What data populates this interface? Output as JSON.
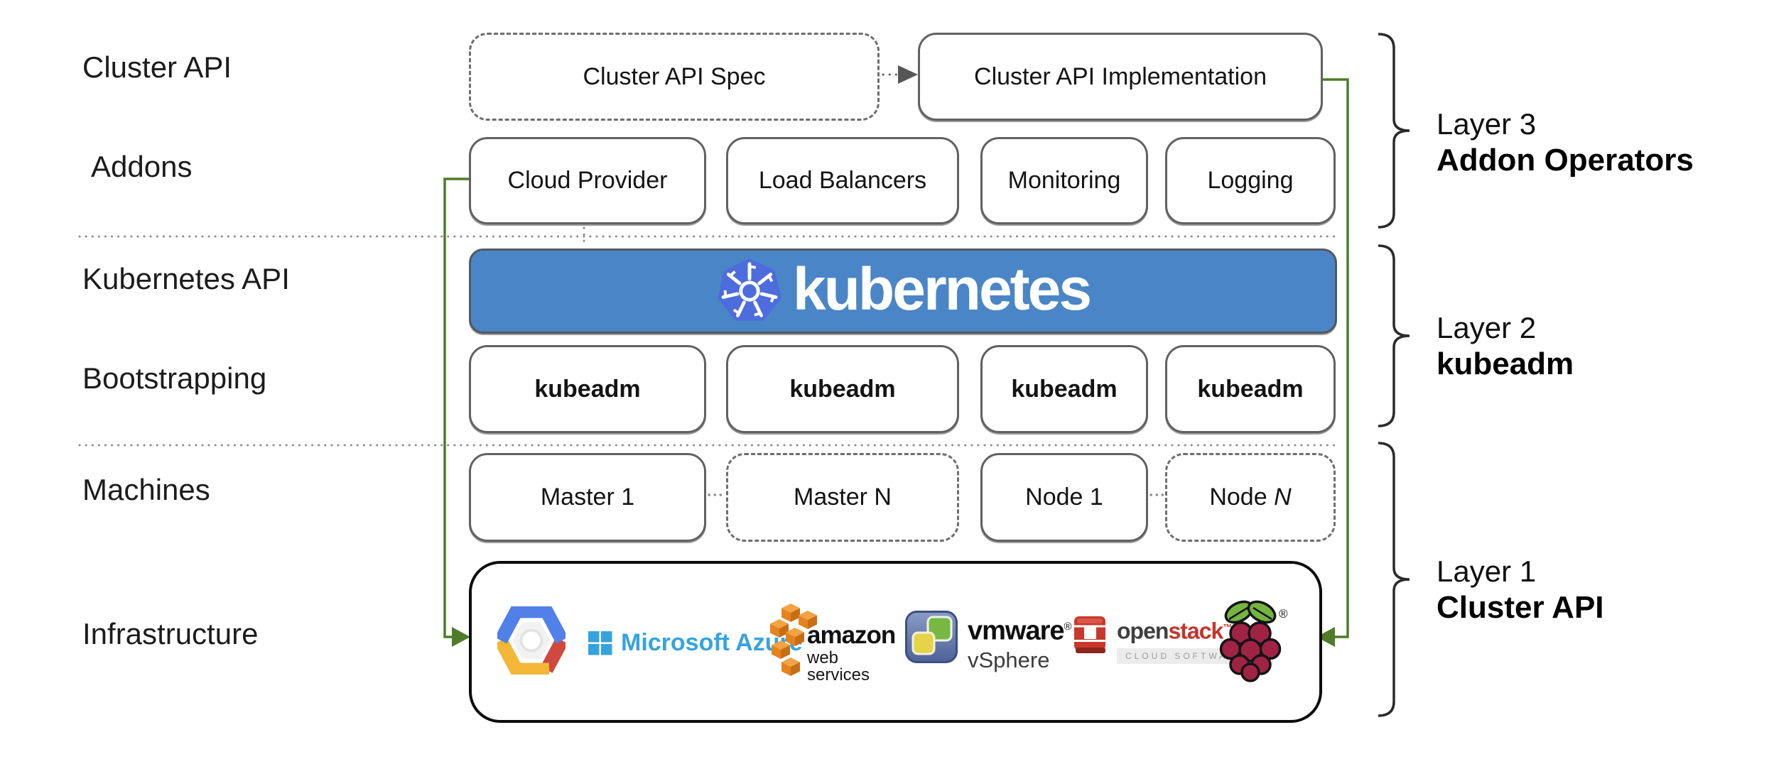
{
  "left_labels": [
    "Cluster API",
    "Addons",
    "Kubernetes API",
    "Bootstrapping",
    "Machines",
    "Infrastructure"
  ],
  "cluster_api_row": {
    "spec_label": "Cluster API Spec",
    "implementation_label": "Cluster API Implementation"
  },
  "addons_row": {
    "boxes": [
      "Cloud Provider",
      "Load Balancers",
      "Monitoring",
      "Logging"
    ]
  },
  "kubernetes_banner": {
    "wordmark": "kubernetes"
  },
  "bootstrapping_row": {
    "boxes": [
      "kubeadm",
      "kubeadm",
      "kubeadm",
      "kubeadm"
    ]
  },
  "machines_row": {
    "boxes": [
      {
        "prefix": "Master ",
        "suffix": "1"
      },
      {
        "prefix": "Master ",
        "suffix": "N"
      },
      {
        "prefix": "Node ",
        "suffix": "1"
      },
      {
        "prefix": "Node ",
        "suffix": "N"
      }
    ]
  },
  "infrastructure_row": {
    "gcp": {
      "name": "Google Cloud Platform"
    },
    "azure": {
      "name": "Microsoft Azure",
      "label": "Microsoft Azure"
    },
    "aws": {
      "name": "Amazon Web Services",
      "label_line1": "amazon",
      "label_line2": "web services"
    },
    "vmware": {
      "name": "VMware vSphere",
      "label_line1": "vmware",
      "reg_mark": "®",
      "label_line2": "vSphere"
    },
    "openstack": {
      "name": "OpenStack",
      "label_part1": "open",
      "label_part2": "stack",
      "tm_mark": "™",
      "tagline": "CLOUD SOFTWARE"
    },
    "raspberry_pi": {
      "name": "Raspberry Pi",
      "reg_mark": "®"
    }
  },
  "layer_annotations": [
    {
      "title": "Layer 3",
      "subtitle": "Addon Operators"
    },
    {
      "title": "Layer 2",
      "subtitle": "kubeadm"
    },
    {
      "title": "Layer 1",
      "subtitle": "Cluster API"
    }
  ],
  "colors": {
    "kubernetes_banner_blue": "#4a86c7",
    "kubernetes_logo_blue": "#4d6cdd",
    "connector_green": "#4e7c28",
    "box_border_gray": "#616161",
    "infrastructure_border_black": "#0c0c0c",
    "azure_blue": "#36a3e0",
    "aws_orange": "#e88a33",
    "openstack_red": "#c53429",
    "raspberry_crimson": "#a02346",
    "leaf_green": "#74b440",
    "gcp_blue": "#5180e8",
    "gcp_red": "#d0483f",
    "gcp_yellow": "#f2b737"
  }
}
